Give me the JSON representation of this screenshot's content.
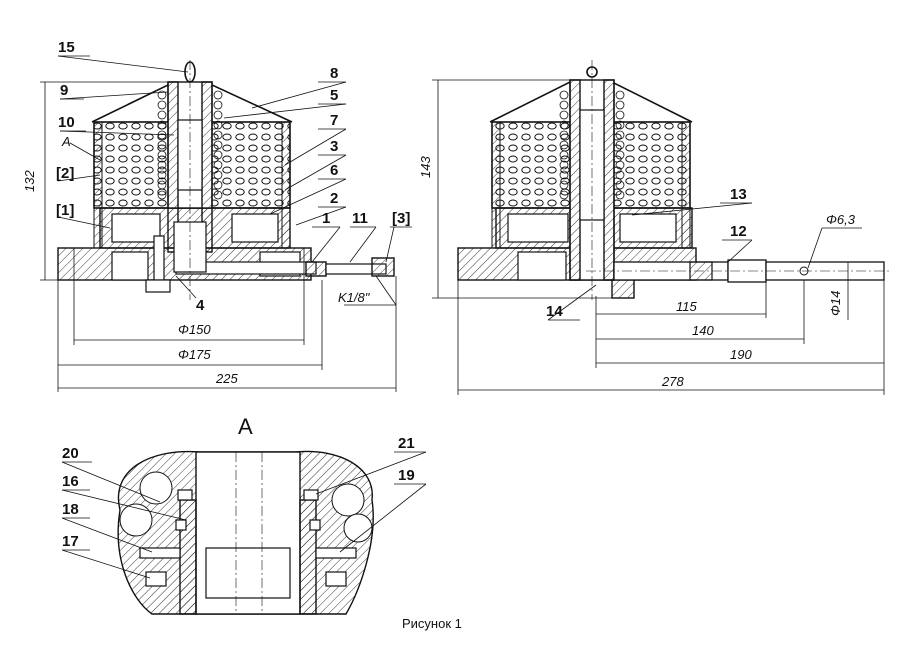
{
  "figure": {
    "caption": "Рисунок 1",
    "detail_view_label": "A"
  },
  "left_view": {
    "callouts": [
      "15",
      "9",
      "10",
      "A",
      "[2]",
      "[1]",
      "8",
      "5",
      "7",
      "3",
      "6",
      "2",
      "1",
      "11",
      "[3]",
      "4"
    ],
    "dimensions": {
      "height": "132",
      "inner_diameter": "Φ150",
      "outer_diameter": "Φ175",
      "width": "225",
      "thread": "K1/8\""
    }
  },
  "right_view": {
    "callouts": [
      "13",
      "12",
      "14"
    ],
    "dimensions": {
      "height": "143",
      "pin_diameter": "Φ6,3",
      "rod_diameter": "Φ14",
      "d115": "115",
      "d140": "140",
      "d190": "190",
      "width": "278"
    }
  },
  "detail_view": {
    "callouts": [
      "20",
      "16",
      "18",
      "17",
      "21",
      "19"
    ]
  }
}
